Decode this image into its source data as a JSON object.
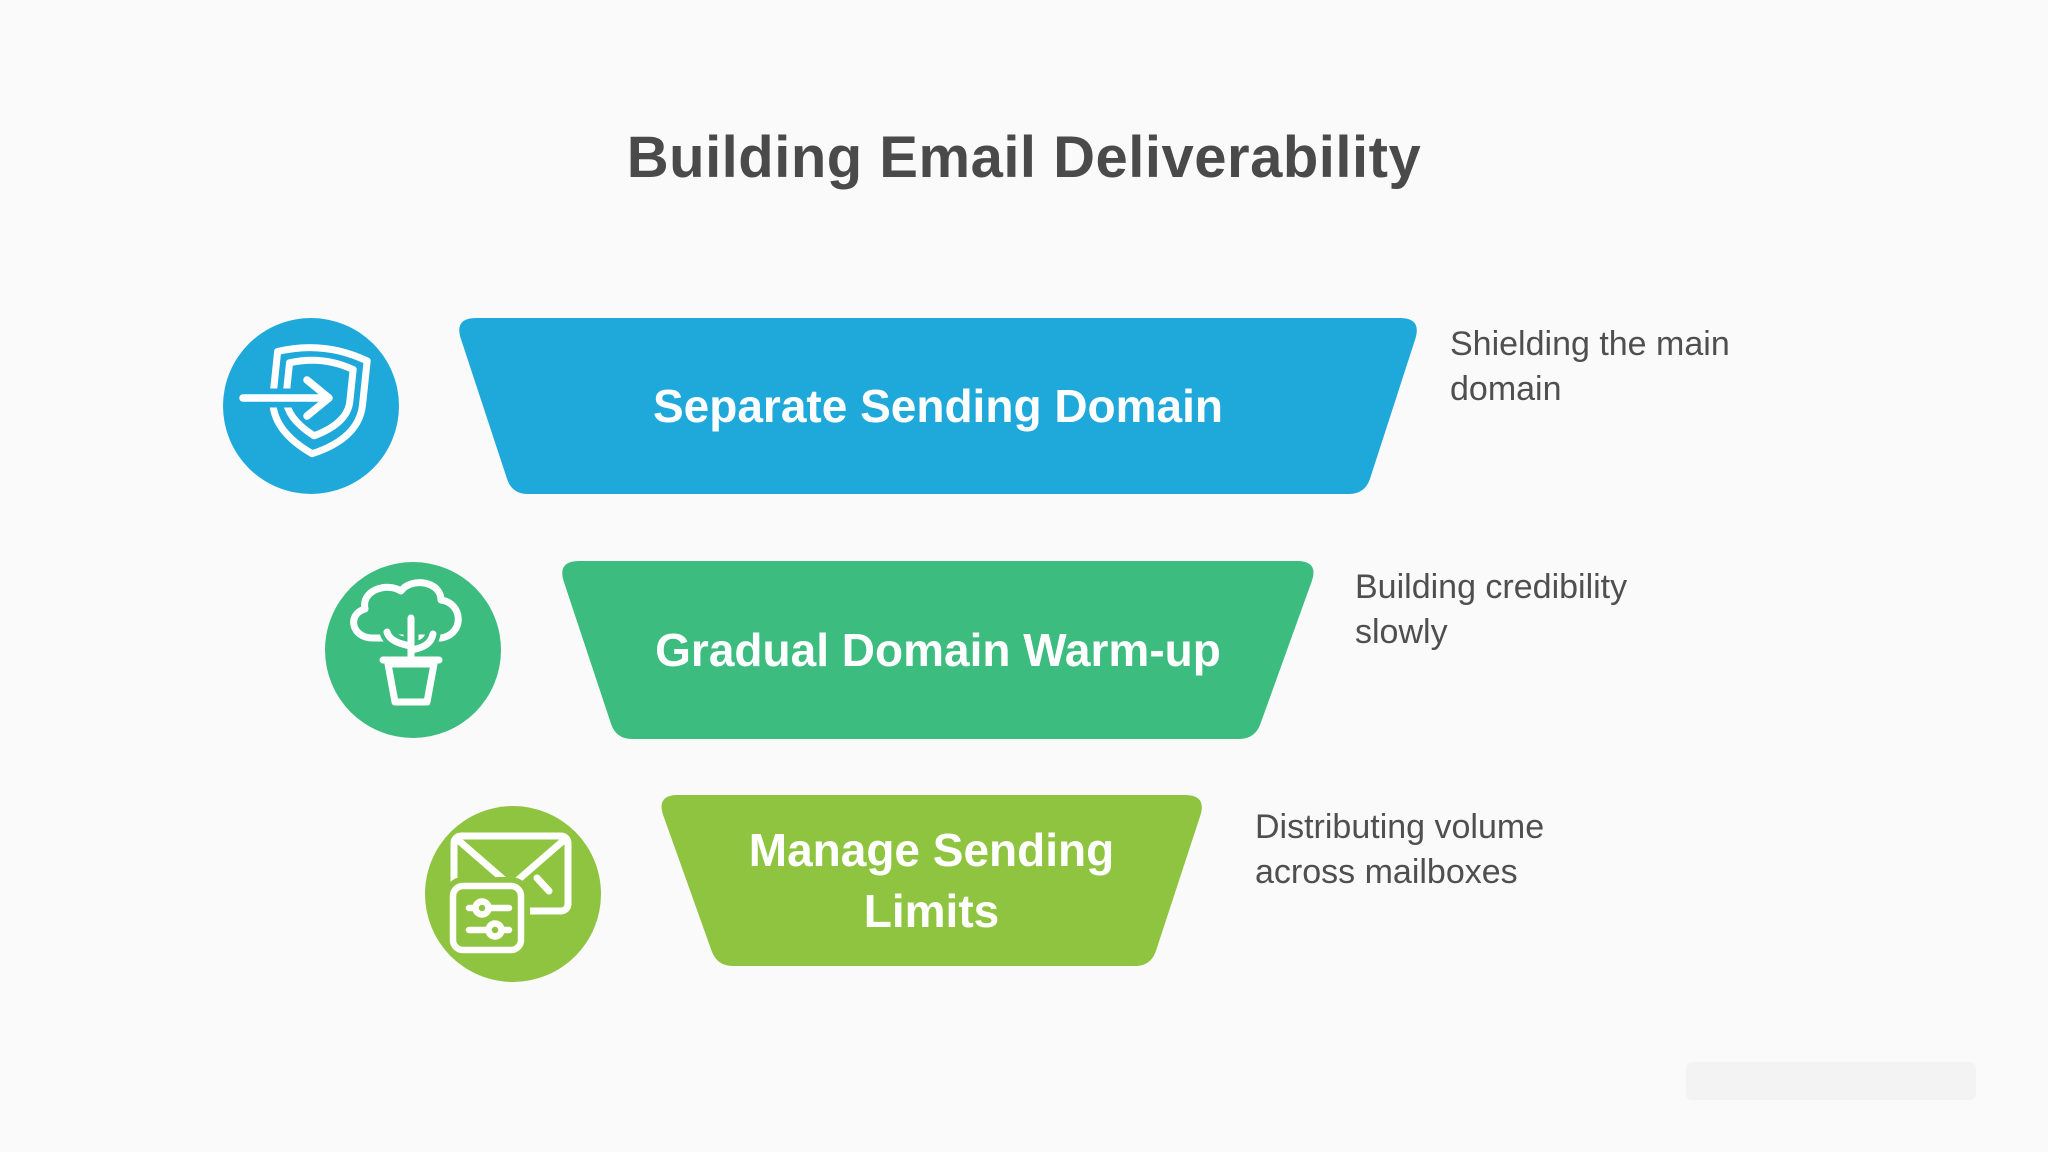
{
  "title": "Building Email Deliverability",
  "colors": {
    "background": "#fafafa",
    "title_text": "#4a4a4a",
    "description_text": "#4f4f4f",
    "band_label_text": "#ffffff"
  },
  "steps": [
    {
      "label": "Separate Sending Domain",
      "description": "Shielding the main domain",
      "color": "#1fa9db",
      "icon": "shield-arrow-icon"
    },
    {
      "label": "Gradual Domain Warm-up",
      "description": "Building credibility slowly",
      "color": "#3dbc7f",
      "icon": "potted-tree-icon"
    },
    {
      "label": "Manage Sending Limits",
      "description": "Distributing volume across mailboxes",
      "color": "#8ec43f",
      "icon": "mail-settings-icon"
    }
  ]
}
